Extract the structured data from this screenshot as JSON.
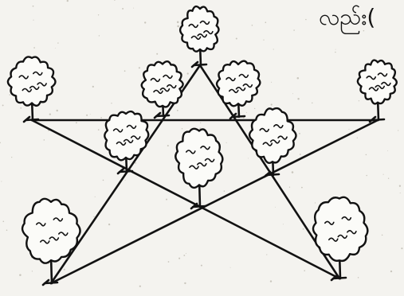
{
  "caption_fragment": "လည်း(",
  "trees": [
    {
      "id": "top"
    },
    {
      "id": "upper-left"
    },
    {
      "id": "upper-right"
    },
    {
      "id": "far-left"
    },
    {
      "id": "far-right"
    },
    {
      "id": "mid-left"
    },
    {
      "id": "mid-right"
    },
    {
      "id": "center"
    },
    {
      "id": "bottom-left"
    },
    {
      "id": "bottom-right"
    }
  ],
  "lines": [
    {
      "id": "horizontal",
      "from": "far-left",
      "to": "far-right"
    },
    {
      "id": "top-to-bottom-left",
      "from": "top",
      "to": "bottom-left"
    },
    {
      "id": "top-to-bottom-right",
      "from": "top",
      "to": "bottom-right"
    },
    {
      "id": "far-left-to-bottom-right",
      "from": "far-left",
      "to": "bottom-right"
    },
    {
      "id": "far-right-to-bottom-left",
      "from": "far-right",
      "to": "bottom-left"
    }
  ],
  "colors": {
    "ink": "#121212",
    "paper": "#f4f3ef"
  }
}
